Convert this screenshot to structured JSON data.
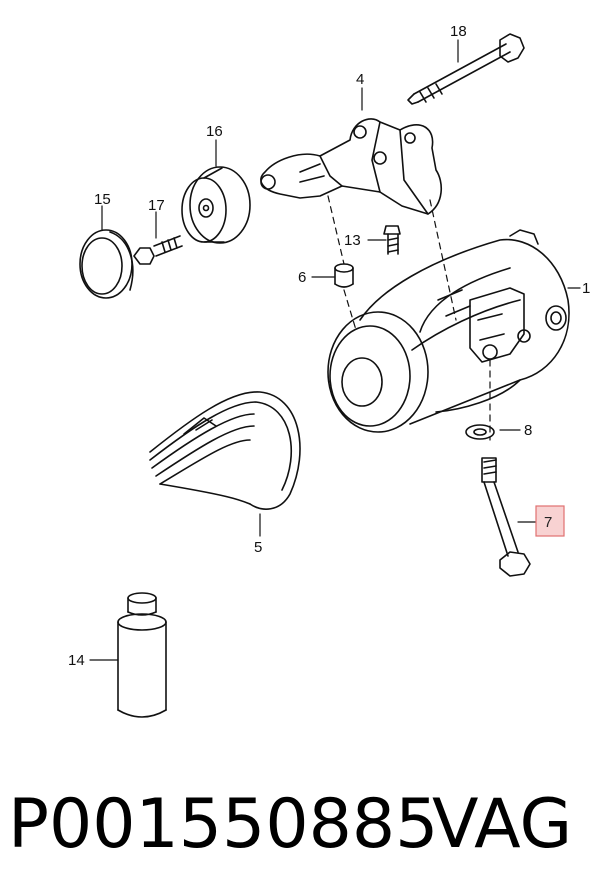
{
  "callouts": [
    {
      "id": "c1",
      "label": "1"
    },
    {
      "id": "c4",
      "label": "4"
    },
    {
      "id": "c5",
      "label": "5"
    },
    {
      "id": "c6",
      "label": "6"
    },
    {
      "id": "c7",
      "label": "7"
    },
    {
      "id": "c8",
      "label": "8"
    },
    {
      "id": "c13",
      "label": "13"
    },
    {
      "id": "c14",
      "label": "14"
    },
    {
      "id": "c15",
      "label": "15"
    },
    {
      "id": "c16",
      "label": "16"
    },
    {
      "id": "c17",
      "label": "17"
    },
    {
      "id": "c18",
      "label": "18"
    }
  ],
  "highlight_color": "#f8d2d2",
  "highlight_border": "#e07070",
  "footer": {
    "part_number": "P001550885",
    "brand": "VAG"
  }
}
